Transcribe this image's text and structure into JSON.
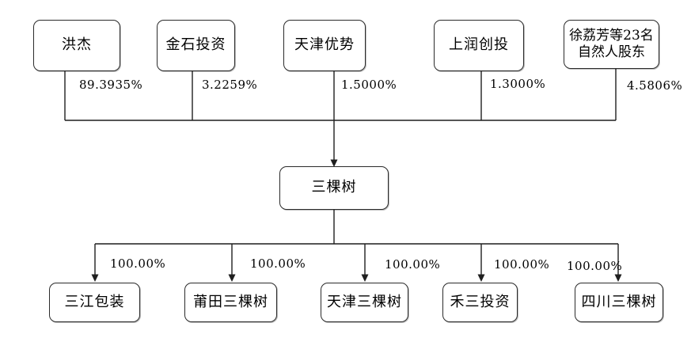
{
  "diagram": {
    "title": "equity-ownership-structure",
    "colors": {
      "line": "#1f1f1f",
      "box_border": "#2b2b2b",
      "background": "#ffffff",
      "text": "#000000"
    },
    "shareholders": [
      {
        "name": "洪杰",
        "percent": "89.3935%"
      },
      {
        "name": "金石投资",
        "percent": "3.2259%"
      },
      {
        "name": "天津优势",
        "percent": "1.5000%"
      },
      {
        "name": "上润创投",
        "percent": "1.3000%"
      },
      {
        "name": "徐荔芳等23名\n自然人股东",
        "percent": "4.5806%"
      }
    ],
    "company": {
      "name": "三棵树"
    },
    "subsidiaries": [
      {
        "name": "三江包装",
        "percent": "100.00%"
      },
      {
        "name": "莆田三棵树",
        "percent": "100.00%"
      },
      {
        "name": "天津三棵树",
        "percent": "100.00%"
      },
      {
        "name": "禾三投资",
        "percent": "100.00%"
      },
      {
        "name": "四川三棵树",
        "percent": "100.00%"
      }
    ]
  }
}
